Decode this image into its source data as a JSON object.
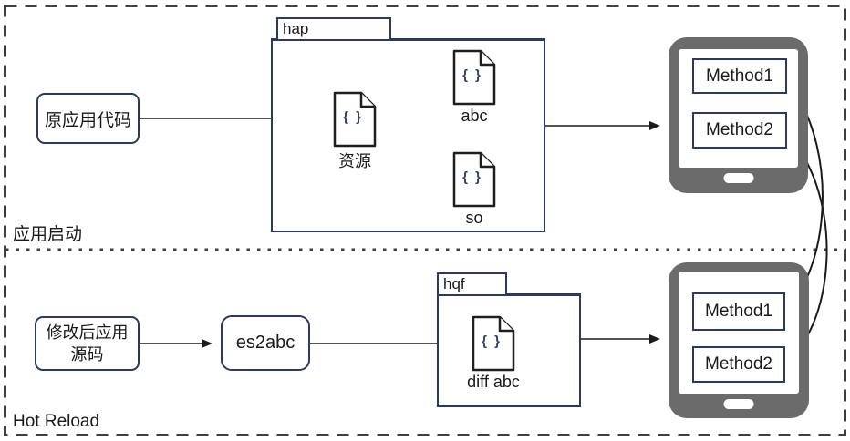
{
  "sections": {
    "top": {
      "label": "应用启动"
    },
    "bottom": {
      "label": "Hot Reload"
    }
  },
  "top_flow": {
    "source_label": "原应用代码",
    "folder": {
      "name": "hap",
      "files": [
        {
          "glyph": "{ }",
          "label": "资源"
        },
        {
          "glyph": "{ }",
          "label": "abc"
        },
        {
          "glyph": "{ }",
          "label": "so"
        }
      ]
    },
    "device": {
      "methods": [
        "Method1",
        "Method2"
      ]
    }
  },
  "bottom_flow": {
    "source_line1": "修改后应用",
    "source_line2": "源码",
    "tool_label": "es2abc",
    "folder": {
      "name": "hqf",
      "files": [
        {
          "glyph": "{ }",
          "label": "diff abc"
        }
      ]
    },
    "device": {
      "methods": [
        "Method1",
        "Method2"
      ]
    }
  },
  "colors": {
    "accent_navy": "#2b3a5e",
    "device_gray": "#6b6b6b",
    "line_black": "#1a1a1a",
    "dash_border": "#3f3f3f"
  }
}
